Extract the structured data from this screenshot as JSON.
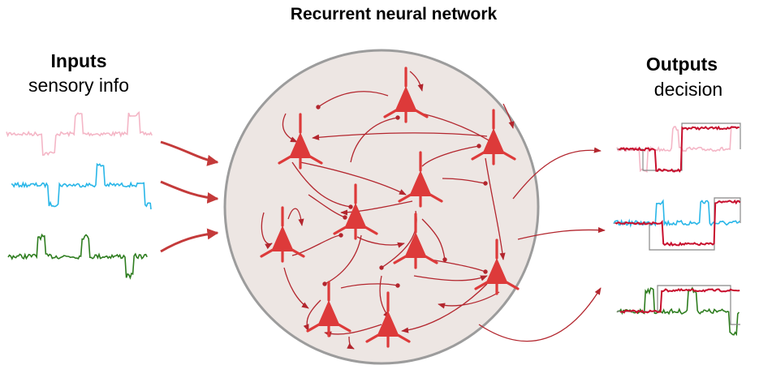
{
  "title": "Recurrent neural network",
  "inputs": {
    "heading": "Inputs",
    "subheading": "sensory info",
    "traces": [
      {
        "name": "pink",
        "color": "#f4b6c6"
      },
      {
        "name": "blue",
        "color": "#29b6e8"
      },
      {
        "name": "green",
        "color": "#2e7d1f"
      }
    ]
  },
  "outputs": {
    "heading": "Outputs",
    "subheading": "decision",
    "network_output_color": "#c8102e",
    "target_color": "#888888"
  },
  "colors": {
    "neuron": "#dd3a3a",
    "connection": "#b3262e",
    "circle_fill": "#ede6e3",
    "circle_stroke": "#9c9c9c"
  }
}
